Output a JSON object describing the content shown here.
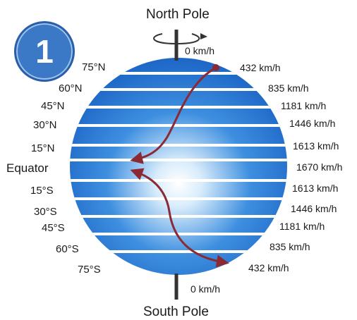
{
  "badge": "1",
  "north_pole": "North Pole",
  "south_pole": "South Pole",
  "latitudes": [
    "75°N",
    "60°N",
    "45°N",
    "30°N",
    "15°N",
    "Equator",
    "15°S",
    "30°S",
    "45°S",
    "60°S",
    "75°S"
  ],
  "speeds": [
    "0 km/h",
    "432 km/h",
    "835 km/h",
    "1181 km/h",
    "1446 km/h",
    "1613 km/h",
    "1670 km/h",
    "1613 km/h",
    "1446 km/h",
    "1181 km/h",
    "835 km/h",
    "432 km/h",
    "0 km/h"
  ],
  "colors": {
    "globe_dark": "#1f6fcf",
    "globe_light": "#ffffff",
    "band_line": "#ffffff",
    "arrow": "#8b2a35",
    "axis": "#333333"
  }
}
